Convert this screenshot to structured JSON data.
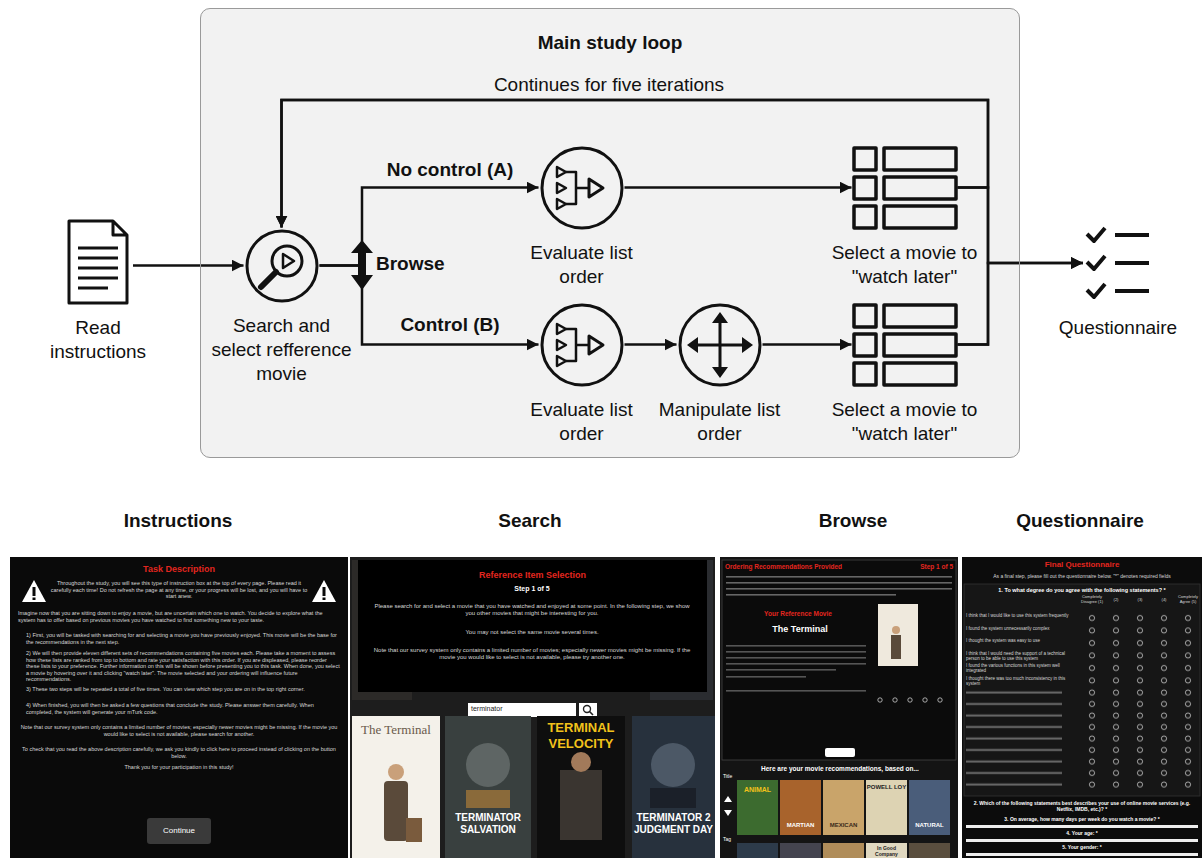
{
  "diagram": {
    "nodes": [
      {
        "text": [
          "Main study loop"
        ]
      },
      {
        "text": [
          "Read instructions"
        ]
      },
      {
        "text": [
          "Search and select refference movie"
        ],
        "in": 0
      },
      {
        "text": [
          "Evaluate list order"
        ],
        "in": 0
      },
      {
        "text": [
          "Select a movie to \"watch later\""
        ],
        "in": 0
      },
      {
        "text": [
          "Evaluate list order"
        ],
        "in": 0
      },
      {
        "text": [
          "Manipulate list order"
        ],
        "in": 0
      },
      {
        "text": [
          "Select a movie to \"watch later\""
        ],
        "in": 0
      },
      {
        "text": [
          "Questionnaire"
        ]
      }
    ],
    "edges": [
      {
        "from": 1,
        "to": 2,
        "arrow": "to"
      },
      {
        "from": 2,
        "to": 3,
        "label": "No control (A)",
        "arrow": "to"
      },
      {
        "from": 2,
        "to": 5,
        "label": "Control (B)",
        "arrow": "to"
      },
      {
        "from": 3,
        "to": 4,
        "arrow": "to"
      },
      {
        "from": 5,
        "to": 6,
        "arrow": "to"
      },
      {
        "from": 6,
        "to": 7,
        "arrow": "to"
      },
      {
        "from": 4,
        "to": 8,
        "arrow": "to"
      },
      {
        "from": 7,
        "to": 8,
        "arrow": "to"
      },
      {
        "from": 4,
        "to": 2,
        "label": "Continues for five iterations",
        "arrow": "to"
      },
      {
        "from": 7,
        "to": 2,
        "arrow": "to"
      }
    ],
    "labels": [
      "Browse",
      "Instructions",
      "Search",
      "Browse",
      "Questionnaire",
      "Task Description",
      "Throughout the study, you will see this type of instruction box at the top of every page. Please read it carefully each time! Do not refresh the page at any time, or your progress will be lost, and you will have to start anew.",
      "Imagine now that you are sitting down to enjoy a movie, but are uncertain which one to watch. You decide to explore what the system has to offer based on previous movies you have watched to find something new to your taste.",
      "1) First, you will be tasked with searching for and selecting a movie you have previously enjoyed. This movie will be the base for the recommendations in the next step.",
      "2) We will then provide eleven different sets of recommendations containing five movies each. Please take a moment to assess how these lists are ranked from top to bottom and rate your satisfaction with this order. If you are displeased, please reorder these lists to your preference. Further information on this will be shown before presenting you to this task. When done, you select a movie by hovering over it and clicking \"watch later\". The movie selected and your ordering will influence future recommendations.",
      "3) These two steps will be repeated a total of five times. You can view which step you are on in the top right corner.",
      "4) When finished, you will then be asked a few questions that conclude the study. Please answer them carefully. When completed, the system will generate your mTurk code.",
      "Note that our survey system only contains a limited number of movies; especially newer movies might be missing. If the movie you would like to select is not available, please search for another.",
      "To check that you read the above description carefully, we ask you kindly to click here to proceed instead of clicking on the button below.",
      "Thank you for your participation in this study!",
      "Continue",
      "Reference Item Selection",
      "Step 1 of 5",
      "Please search for and select a movie that you have watched and enjoyed at some point. In the following step, we show you other movies that might be interesting for you.",
      "You may not select the same movie several times.",
      "Note that our survey system only contains a limited number of movies; especially newer movies might be missing. If the movie you would like to select is not available, please try another one.",
      "terminator",
      "The Terminal",
      "TERMINATOR SALVATION",
      "TERMINAL VELOCITY",
      "TERMINATOR 2 JUDGMENT DAY",
      "Ordering Recommendations Provided",
      "Step 1 of 5",
      "Your Reference Movie",
      "The Terminal",
      "Here are your movie recommendations, based on...",
      "Title",
      "ANIMAL",
      "MARTIAN",
      "MEXICAN",
      "POWELL LOY",
      "NATURAL",
      "Tag",
      "In Good Company",
      "Final Questionnaire",
      "As a final step, please fill out the questionnaire below. \"*\" denotes required fields",
      "1. To what degree do you agree with the following statements? *",
      "Completely Disagree (1)",
      "(2)",
      "(3)",
      "(4)",
      "Completely Agree (5)",
      "I think that I would like to use this system frequently",
      "I found the system unnecessarily complex",
      "I thought the system was easy to use",
      "I think that I would need the support of a technical person to be able to use this system",
      "I found the various functions in this system well integrated",
      "I thought there was too much inconsistency in this system",
      "2. Which of the following statements best describes your use of online movie services (e.g. Netflix, IMDB, etc.)? *",
      "3. On average, how many days per week do you watch a movie? *",
      "4. Your age: *",
      "5. Your gender: *"
    ]
  }
}
